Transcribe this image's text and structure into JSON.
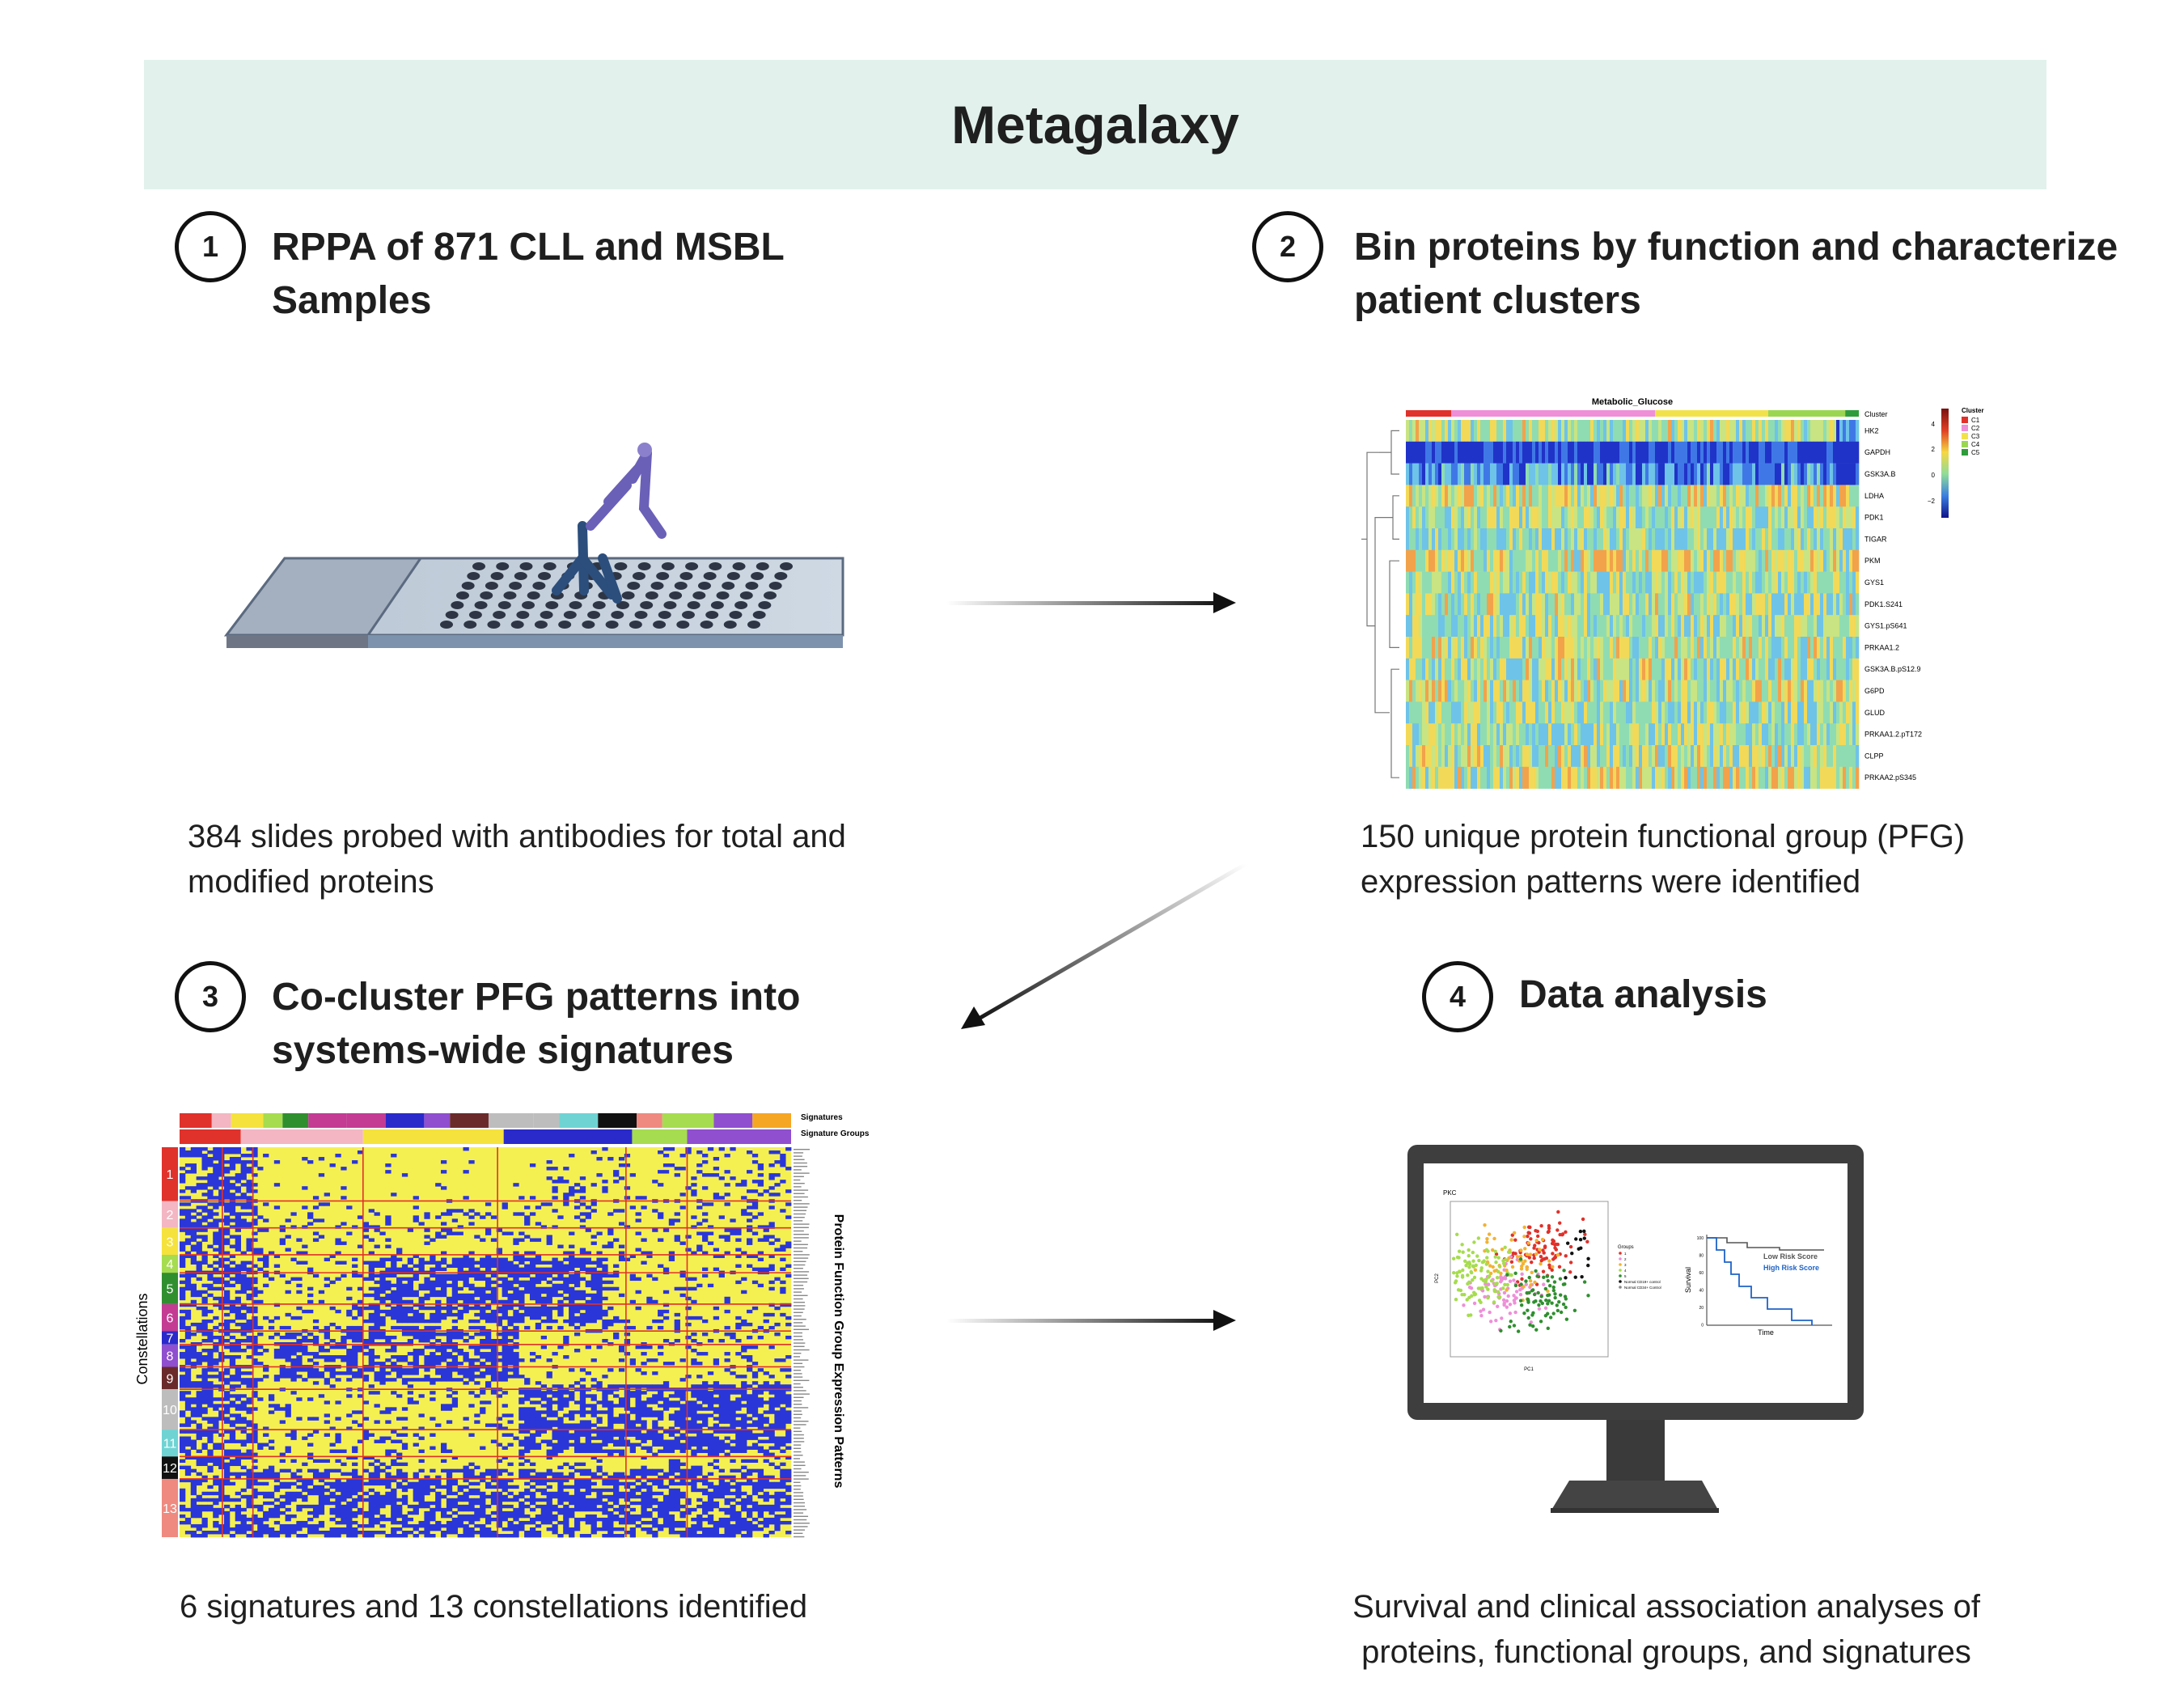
{
  "title": "Metagalaxy",
  "steps": [
    {
      "number": "1",
      "title_lines": [
        "RPPA of 871 CLL and MSBL",
        "Samples"
      ],
      "caption_lines": [
        "384 slides probed with antibodies for total and",
        "modified proteins"
      ]
    },
    {
      "number": "2",
      "title_lines": [
        "Bin proteins by function and characterize",
        "patient clusters"
      ],
      "caption_lines": [
        "150 unique protein functional group (PFG)",
        "expression patterns were identified"
      ]
    },
    {
      "number": "3",
      "title_lines": [
        "Co-cluster PFG patterns into",
        "systems-wide signatures"
      ],
      "caption_lines": [
        "6 signatures and 13 constellations identified"
      ]
    },
    {
      "number": "4",
      "title_lines": [
        "Data analysis"
      ],
      "caption_lines": [
        "Survival and clinical association analyses of",
        "proteins, functional groups, and signatures"
      ]
    }
  ],
  "heatmap1": {
    "title": "Metabolic_Glucose",
    "row_labels": [
      "Cluster",
      "HK2",
      "GAPDH",
      "GSK3A.B",
      "LDHA",
      "PDK1",
      "TIGAR",
      "PKM",
      "GYS1",
      "PDK1.S241",
      "GYS1.pS641",
      "PRKAA1.2",
      "GSK3A.B.pS12.9",
      "G6PD",
      "GLUD",
      "PRKAA1.2.pT172",
      "CLPP",
      "PRKAA2.pS345"
    ],
    "legend_title": "Cluster",
    "legend_items": [
      {
        "label": "C1",
        "color": "#e0312b"
      },
      {
        "label": "C2",
        "color": "#ee8fd8"
      },
      {
        "label": "C3",
        "color": "#f2e24a"
      },
      {
        "label": "C4",
        "color": "#9bd651"
      },
      {
        "label": "C5",
        "color": "#2e9c3a"
      }
    ],
    "scale_ticks": [
      "4",
      "2",
      "0",
      "−2"
    ]
  },
  "heatmap2": {
    "column_bar_labels": [
      "Signatures",
      "Signature Groups"
    ],
    "y_label": "Constellations",
    "right_label": "Protein Function Group Expression Patterns",
    "constellations": [
      {
        "label": "1",
        "color": "#e0312b"
      },
      {
        "label": "2",
        "color": "#f3b6c2"
      },
      {
        "label": "3",
        "color": "#f5e23c"
      },
      {
        "label": "4",
        "color": "#a6dc4f"
      },
      {
        "label": "5",
        "color": "#2f8f2f"
      },
      {
        "label": "6",
        "color": "#c33b93"
      },
      {
        "label": "7",
        "color": "#2a2acb"
      },
      {
        "label": "8",
        "color": "#8f4fcf"
      },
      {
        "label": "9",
        "color": "#6b2a2a"
      },
      {
        "label": "10",
        "color": "#bdbdbd"
      },
      {
        "label": "11",
        "color": "#6fd3d3"
      },
      {
        "label": "12",
        "color": "#111111"
      },
      {
        "label": "13",
        "color": "#ef8a80"
      }
    ]
  },
  "monitor": {
    "scatter": {
      "title": "PKC",
      "xlabel": "PC1",
      "ylabel": "PC2",
      "legend_title": "Groups",
      "legend_items": [
        "1",
        "2",
        "3",
        "4",
        "5",
        "Normal CD19+ control",
        "Normal CD34+ Control"
      ]
    },
    "survival": {
      "ylabel": "Survival",
      "xlabel": "Time",
      "y_ticks": [
        "100",
        "80",
        "60",
        "40",
        "20",
        "0"
      ],
      "series": [
        {
          "name": "Low Risk Score",
          "color": "#555555"
        },
        {
          "name": "High Risk Score",
          "color": "#1f63c6"
        }
      ]
    }
  }
}
